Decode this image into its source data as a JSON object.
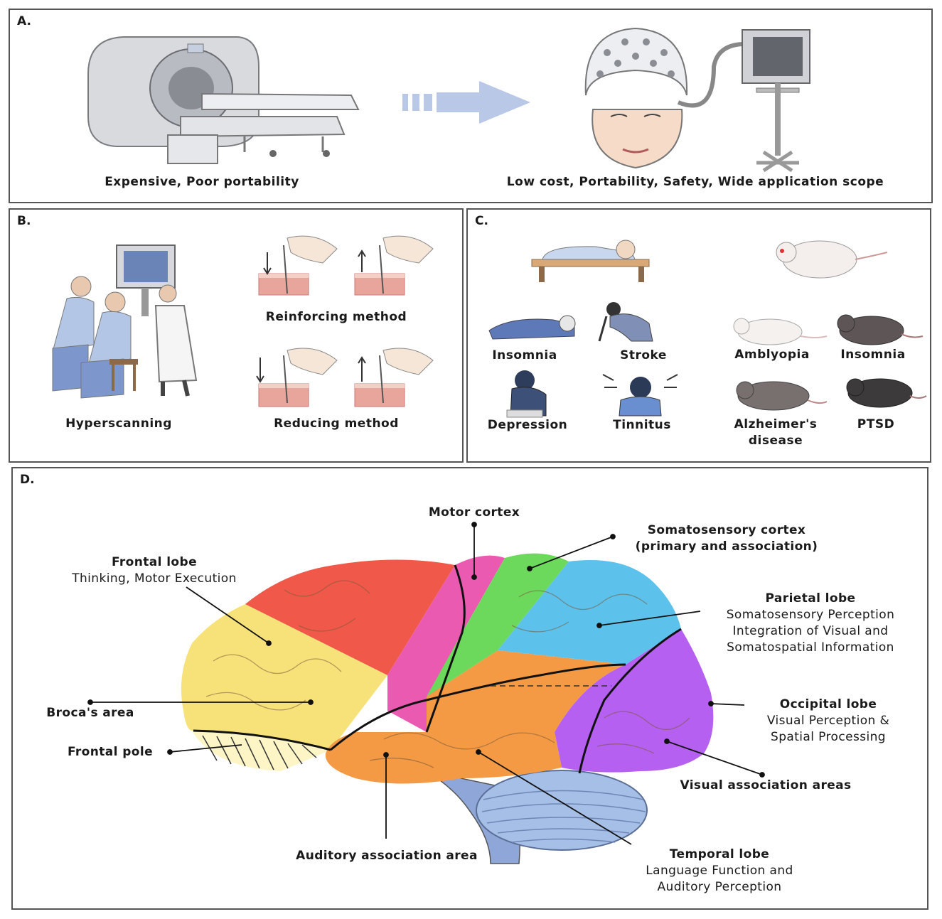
{
  "panelA": {
    "label": "A.",
    "left_caption": "Expensive, Poor portability",
    "right_caption": "Low cost, Portability, Safety, Wide application scope"
  },
  "panelB": {
    "label": "B.",
    "hyperscanning": "Hyperscanning",
    "reinforcing": "Reinforcing method",
    "reducing": "Reducing method"
  },
  "panelC": {
    "label": "C.",
    "human": [
      "Insomnia",
      "Stroke",
      "Depression",
      "Tinnitus"
    ],
    "animal": [
      "Amblyopia",
      "Insomnia",
      "Alzheimer's",
      "disease",
      "PTSD"
    ]
  },
  "panelD": {
    "label": "D.",
    "motor_cortex": "Motor cortex",
    "somato_title": "Somatosensory cortex",
    "somato_sub": "(primary and association)",
    "frontal_title": "Frontal lobe",
    "frontal_sub": "Thinking, Motor Execution",
    "parietal_title": "Parietal lobe",
    "parietal_sub1": "Somatosensory Perception",
    "parietal_sub2": "Integration of Visual and",
    "parietal_sub3": "Somatospatial Information",
    "broca": "Broca's area",
    "frontal_pole": "Frontal pole",
    "occipital_title": "Occipital lobe",
    "occipital_sub1": "Visual Perception &",
    "occipital_sub2": "Spatial Processing",
    "visual_assoc": "Visual association areas",
    "auditory_assoc": "Auditory association area",
    "temporal_title": "Temporal lobe",
    "temporal_sub1": "Language Function and",
    "temporal_sub2": "Auditory Perception"
  },
  "colors": {
    "frontal": "#f7e27a",
    "prefrontal_red": "#f0584a",
    "motor": "#ea5ab0",
    "somatosensory": "#6cd85c",
    "parietal": "#5cc2ec",
    "occipital": "#b560f0",
    "temporal": "#f49a44",
    "cerebellum": "#a6bfe6",
    "brainstem": "#8fa7d8"
  }
}
